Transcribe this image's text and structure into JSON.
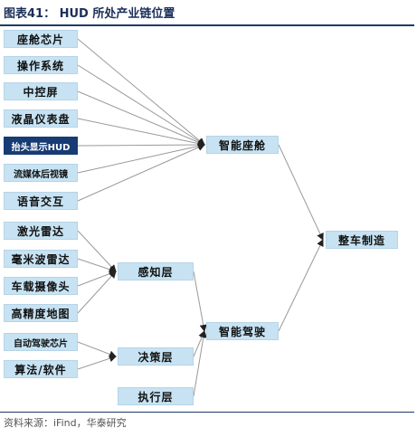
{
  "title": "图表41： HUD 所处产业链位置",
  "source": "资料来源：iFind，华泰研究",
  "nodes": {
    "cockpit_chip": "座舱芯片",
    "os": "操作系统",
    "center_screen": "中控屏",
    "lcd_cluster": "液晶仪表盘",
    "hud": "抬头显示HUD",
    "streaming_mirror": "流媒体后视镜",
    "voice": "语音交互",
    "lidar": "激光雷达",
    "mmwave_radar": "毫米波雷达",
    "camera": "车载摄像头",
    "hd_map": "高精度地图",
    "ad_chip": "自动驾驶芯片",
    "algorithm": "算法/软件",
    "perception": "感知层",
    "decision": "决策层",
    "execution": "执行层",
    "smart_cockpit": "智能座舱",
    "smart_driving": "智能驾驶",
    "vehicle": "整车制造"
  },
  "colors": {
    "box": "#c7e3f3",
    "highlight": "#173b73",
    "title": "#1a2f5a",
    "line": "#9a9a9a"
  }
}
